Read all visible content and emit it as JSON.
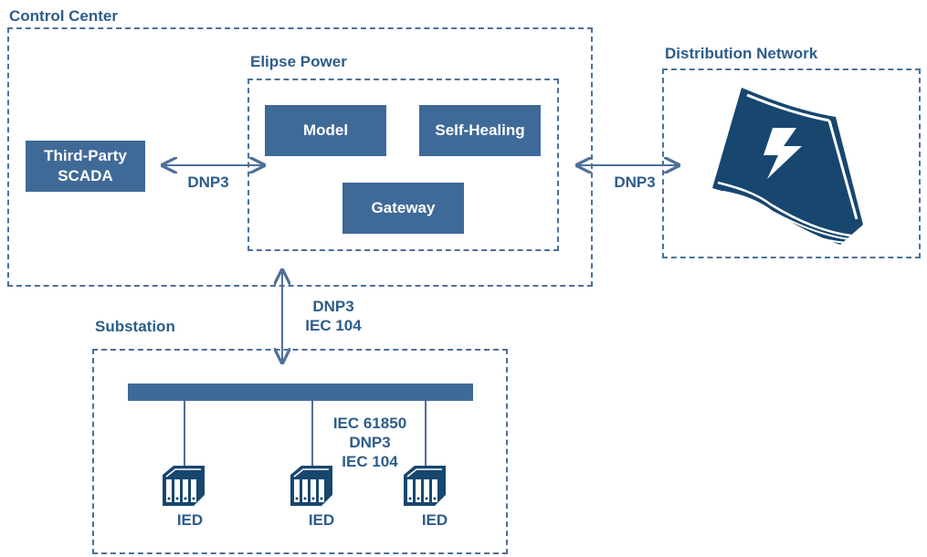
{
  "groups": {
    "control_center": "Control Center",
    "elipse_power": "Elipse Power",
    "distribution_network": "Distribution Network",
    "substation": "Substation"
  },
  "nodes": {
    "third_party_scada": "Third-Party\nSCADA",
    "model": "Model",
    "self_healing": "Self-Healing",
    "gateway": "Gateway"
  },
  "edges": {
    "scada_to_elipse": "DNP3",
    "elipse_to_network": "DNP3",
    "elipse_to_substation": "DNP3\nIEC 104",
    "substation_bus": "IEC 61850\nDNP3\nIEC 104"
  },
  "devices": {
    "ied_1": "IED",
    "ied_2": "IED",
    "ied_3": "IED"
  },
  "colors": {
    "accent": "#3f6a98",
    "border": "#4d7198",
    "text": "#2d5d8a",
    "icon": "#17466f"
  }
}
